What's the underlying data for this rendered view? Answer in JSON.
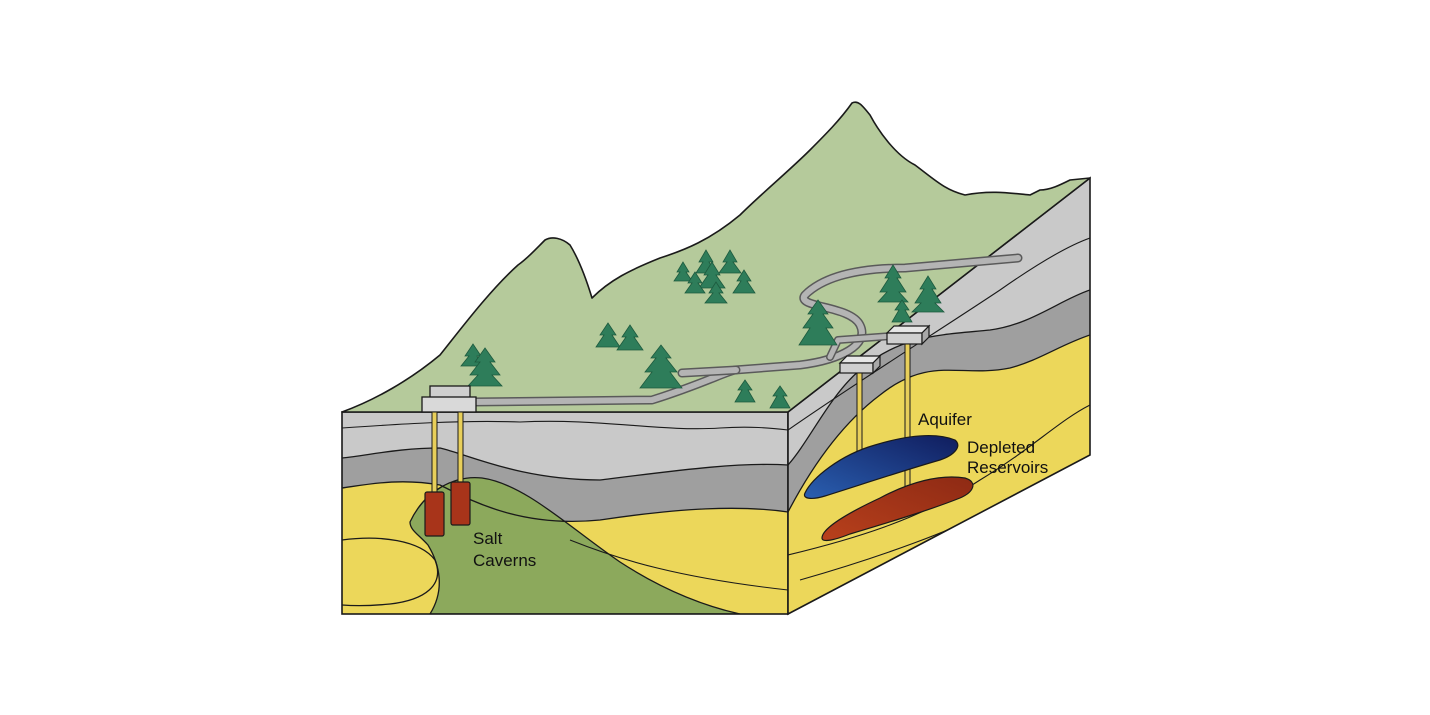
{
  "labels": {
    "salt_caverns": [
      "Salt",
      "Caverns"
    ],
    "aquifer": "Aquifer",
    "depleted_reservoirs": [
      "Depleted",
      "Reservoirs"
    ]
  },
  "colors": {
    "terrain_top": "#b5ca9b",
    "salt_dome": "#8ca95c",
    "yellow_layer": "#ecd75a",
    "light_gray_layer": "#c9c9c9",
    "mid_gray_layer": "#9f9f9f",
    "dark_gray_layer": "#8f8f8f",
    "aquifer": "#1a3a8c",
    "depleted_reservoir": "#a8341a",
    "salt_cavern": "#a8341a",
    "tree": "#2e7d5a",
    "pipeline": "#b4b4b4",
    "well_pipe": "#e8cf5a"
  }
}
